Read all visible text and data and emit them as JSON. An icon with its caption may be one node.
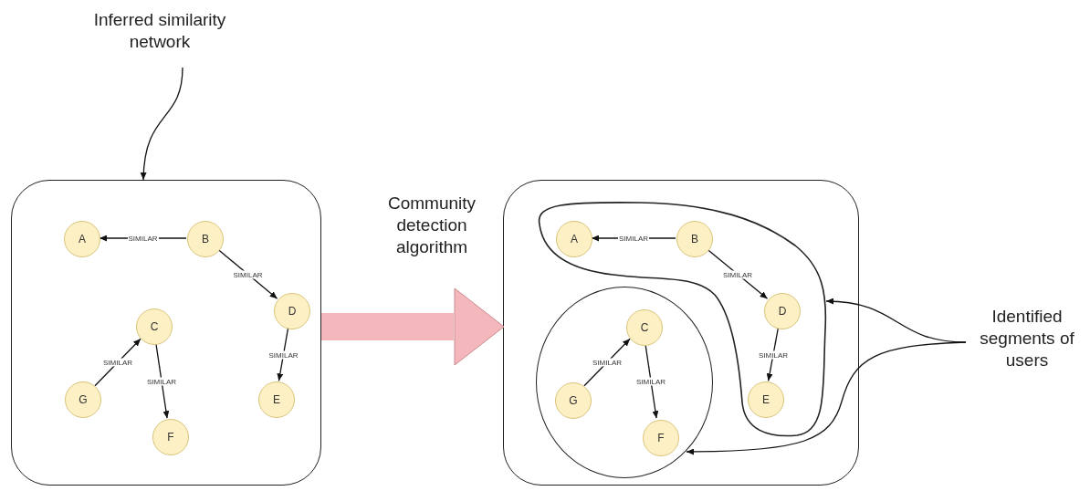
{
  "diagram": {
    "nodes": [
      {
        "text": [
          "Inferred similarity network"
        ]
      },
      {
        "text": [],
        "shape": "box"
      },
      {
        "text": [
          "A"
        ],
        "in": 1
      },
      {
        "text": [
          "B"
        ],
        "in": 1
      },
      {
        "text": [
          "C"
        ],
        "in": 1
      },
      {
        "text": [
          "D"
        ],
        "in": 1
      },
      {
        "text": [
          "E"
        ],
        "in": 1
      },
      {
        "text": [
          "F"
        ],
        "in": 1
      },
      {
        "text": [
          "G"
        ],
        "in": 1
      },
      {
        "text": [],
        "shape": "box"
      },
      {
        "text": [],
        "shape": "blob",
        "in": 9
      },
      {
        "text": [
          "A"
        ],
        "in": 10
      },
      {
        "text": [
          "B"
        ],
        "in": 10
      },
      {
        "text": [
          "D"
        ],
        "in": 10
      },
      {
        "text": [
          "E"
        ],
        "in": 10
      },
      {
        "text": [],
        "shape": "circle",
        "in": 9
      },
      {
        "text": [
          "C"
        ],
        "in": 15
      },
      {
        "text": [
          "G"
        ],
        "in": 15
      },
      {
        "text": [
          "F"
        ],
        "in": 15
      },
      {
        "text": [
          "Identified segments of users"
        ]
      }
    ],
    "edges": [
      {
        "from": 0,
        "to": 1,
        "arrow": "to"
      },
      {
        "from": 3,
        "to": 2,
        "arrow": "to",
        "label": "SIMILAR"
      },
      {
        "from": 3,
        "to": 5,
        "arrow": "to",
        "label": "SIMILAR"
      },
      {
        "from": 8,
        "to": 4,
        "arrow": "to",
        "label": "SIMILAR"
      },
      {
        "from": 4,
        "to": 7,
        "arrow": "to",
        "label": "SIMILAR"
      },
      {
        "from": 5,
        "to": 6,
        "arrow": "to",
        "label": "SIMILAR"
      },
      {
        "from": 1,
        "to": 9,
        "arrow": "to",
        "label": "Community detection algorithm",
        "style": "thick",
        "color": "#f4b8bc"
      },
      {
        "from": 12,
        "to": 11,
        "arrow": "to",
        "label": "SIMILAR"
      },
      {
        "from": 12,
        "to": 13,
        "arrow": "to",
        "label": "SIMILAR"
      },
      {
        "from": 17,
        "to": 16,
        "arrow": "to",
        "label": "SIMILAR"
      },
      {
        "from": 16,
        "to": 18,
        "arrow": "to",
        "label": "SIMILAR"
      },
      {
        "from": 13,
        "to": 14,
        "arrow": "to",
        "label": "SIMILAR"
      },
      {
        "from": 19,
        "to": 10,
        "arrow": "to"
      },
      {
        "from": 19,
        "to": 15,
        "arrow": "to"
      }
    ]
  }
}
